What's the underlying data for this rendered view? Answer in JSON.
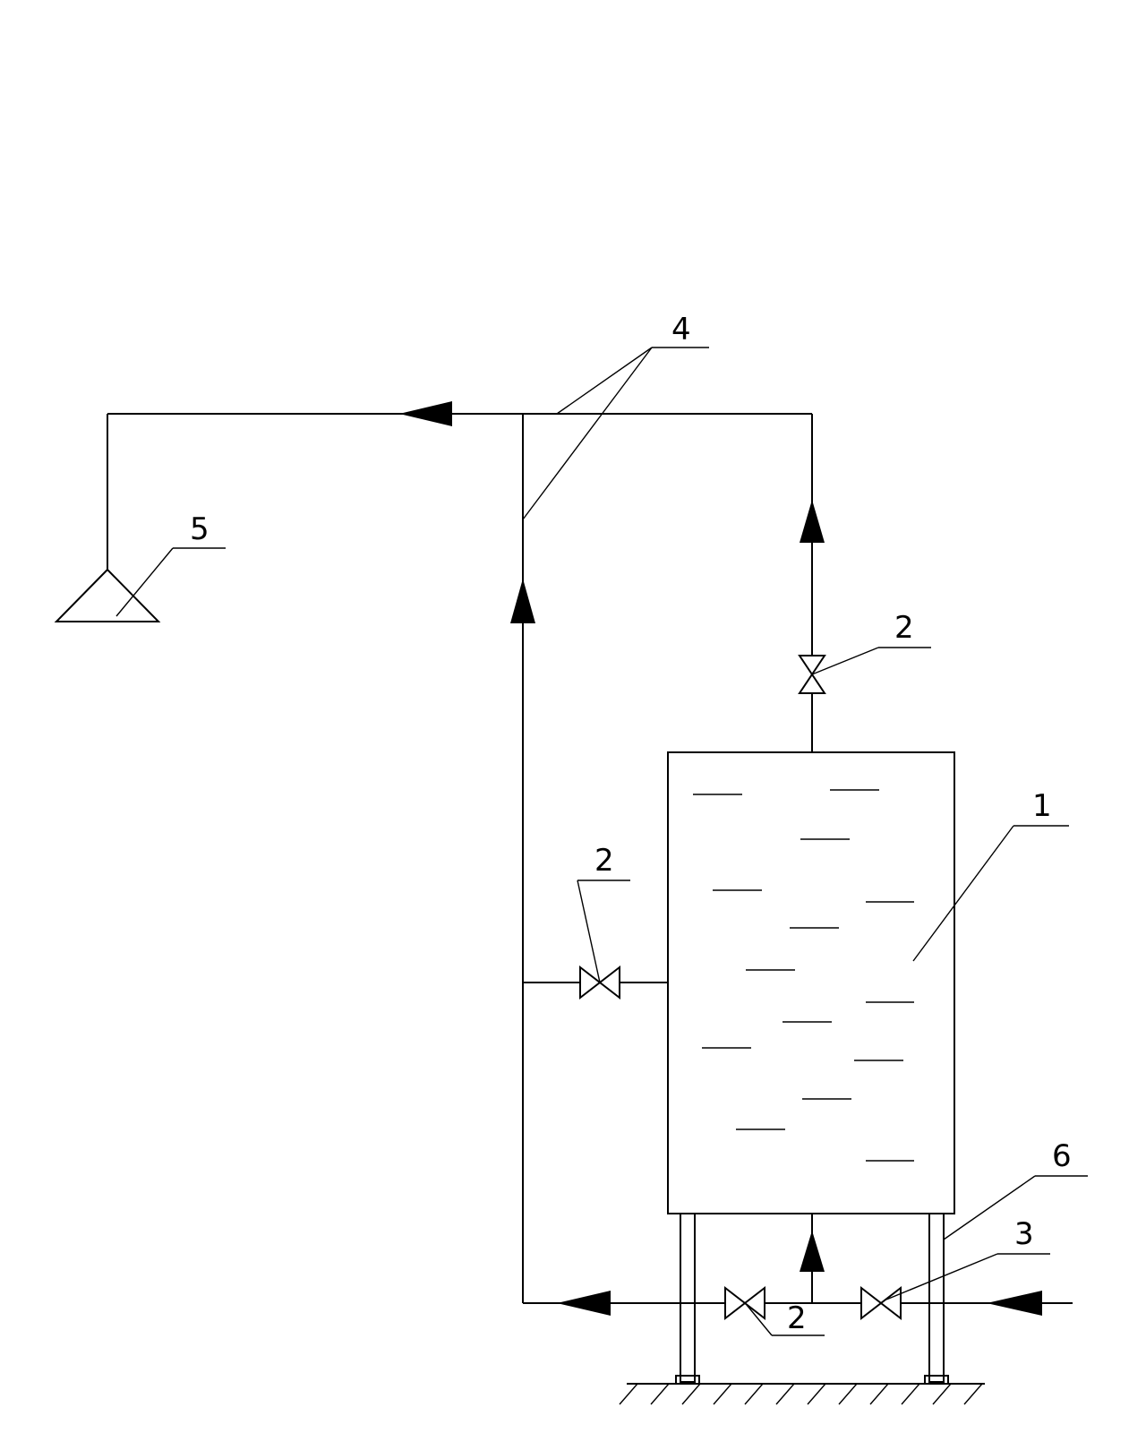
{
  "labels": {
    "tank": "1",
    "valve_upper": "2",
    "valve_side": "2",
    "valve_bottom": "2",
    "valve_inlet": "3",
    "pipe": "4",
    "nozzle": "5",
    "support": "6"
  },
  "icons": {
    "valve": "bowtie-valve-icon",
    "nozzle": "triangle-nozzle-icon",
    "flow": "solid-arrowhead-icon",
    "ground": "hatched-ground-icon"
  }
}
